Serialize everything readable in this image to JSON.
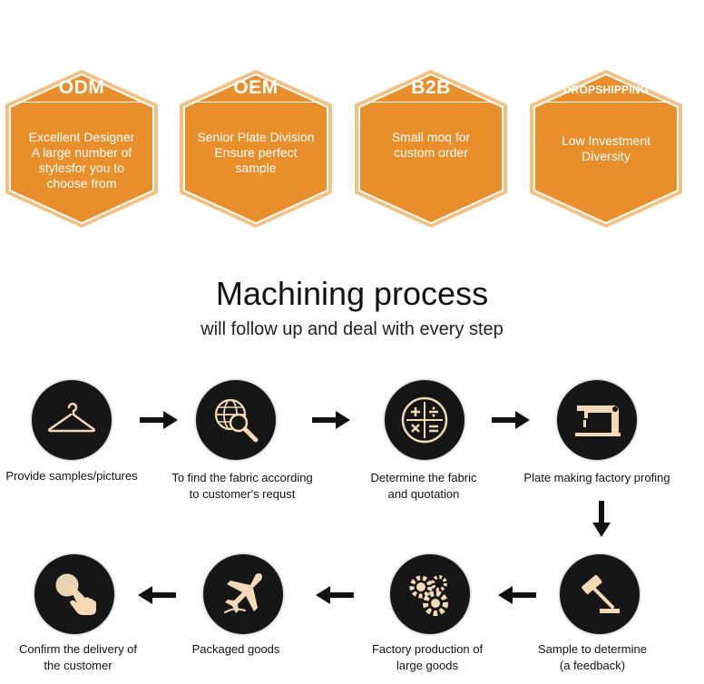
{
  "services": [
    {
      "title": "ODM",
      "lines": [
        "Excellent Designer",
        "A large number of",
        "stylesfor you to",
        "choose from"
      ]
    },
    {
      "title": "OEM",
      "lines": [
        "Senior Plate Division",
        "Ensure perfect",
        "sample"
      ]
    },
    {
      "title": "B2B",
      "lines": [
        "Small moq for",
        "custom order"
      ]
    },
    {
      "title": "DROPSHIPPING",
      "lines": [
        "Low Investment",
        "Diversity"
      ]
    }
  ],
  "process": {
    "title": "Machining process",
    "subtitle": "will follow up and deal with every step",
    "steps": [
      {
        "icon": "hanger-icon",
        "lines": [
          "Provide samples/pictures"
        ]
      },
      {
        "icon": "globe-magnifier-icon",
        "lines": [
          "To find the fabric according",
          "to customer's requst"
        ]
      },
      {
        "icon": "calculator-icon",
        "lines": [
          "Determine the fabric",
          "and quotation"
        ]
      },
      {
        "icon": "sewing-machine-icon",
        "lines": [
          "Plate making factory profing"
        ]
      },
      {
        "icon": "gavel-icon",
        "lines": [
          "Sample to determine",
          "(a feedback)"
        ]
      },
      {
        "icon": "gears-icon",
        "lines": [
          "Factory production of",
          "large goods"
        ]
      },
      {
        "icon": "airplane-icon",
        "lines": [
          "Packaged goods"
        ]
      },
      {
        "icon": "pointing-hand-icon",
        "lines": [
          "Confirm the delivery of",
          "the customer"
        ]
      }
    ]
  },
  "colors": {
    "hex_fill": "#e88f2c",
    "hex_border": "#f2b36a",
    "icon_bg": "#161616",
    "icon_stroke": "#f3d9b5"
  }
}
